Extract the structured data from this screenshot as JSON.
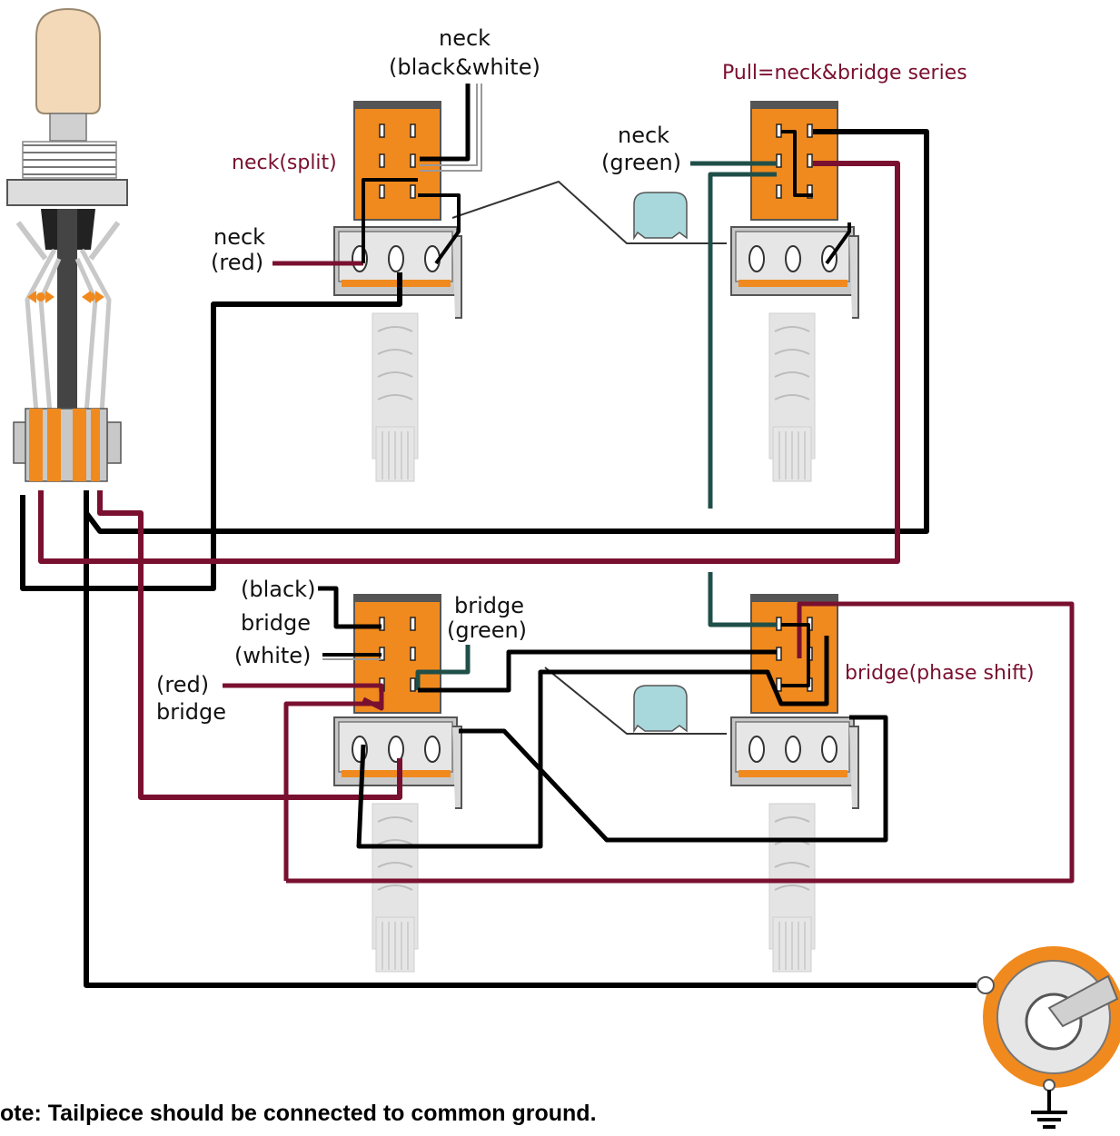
{
  "labels": {
    "neck_bw_1": "neck",
    "neck_bw_2": "(black&white)",
    "pull_series": "Pull=neck&bridge series",
    "neck_split": "neck(split)",
    "neck_green_1": "neck",
    "neck_green_2": "(green)",
    "neck_red_1": "neck",
    "neck_red_2": "(red)",
    "bridge_black": "(black)",
    "bridge_word": "bridge",
    "bridge_white": "(white)",
    "bridge_green_1": "bridge",
    "bridge_green_2": "(green)",
    "bridge_red_1": "(red)",
    "bridge_red_2": "bridge",
    "bridge_phase": "bridge(phase shift)",
    "note": "ote: Tailpiece should be connected to common ground."
  },
  "colors": {
    "wire_black": "#000000",
    "wire_red": "#7a1030",
    "wire_green": "#1f4f48",
    "switch_orange": "#f08a1e",
    "pot_gray": "#c8c8c8",
    "cap_blue": "#a8d8dc",
    "knob_cream": "#f3d9b8"
  },
  "icons": [
    "toggle-switch-icon",
    "push-pull-pot-icon",
    "capacitor-icon",
    "output-jack-icon",
    "ground-symbol-icon"
  ]
}
